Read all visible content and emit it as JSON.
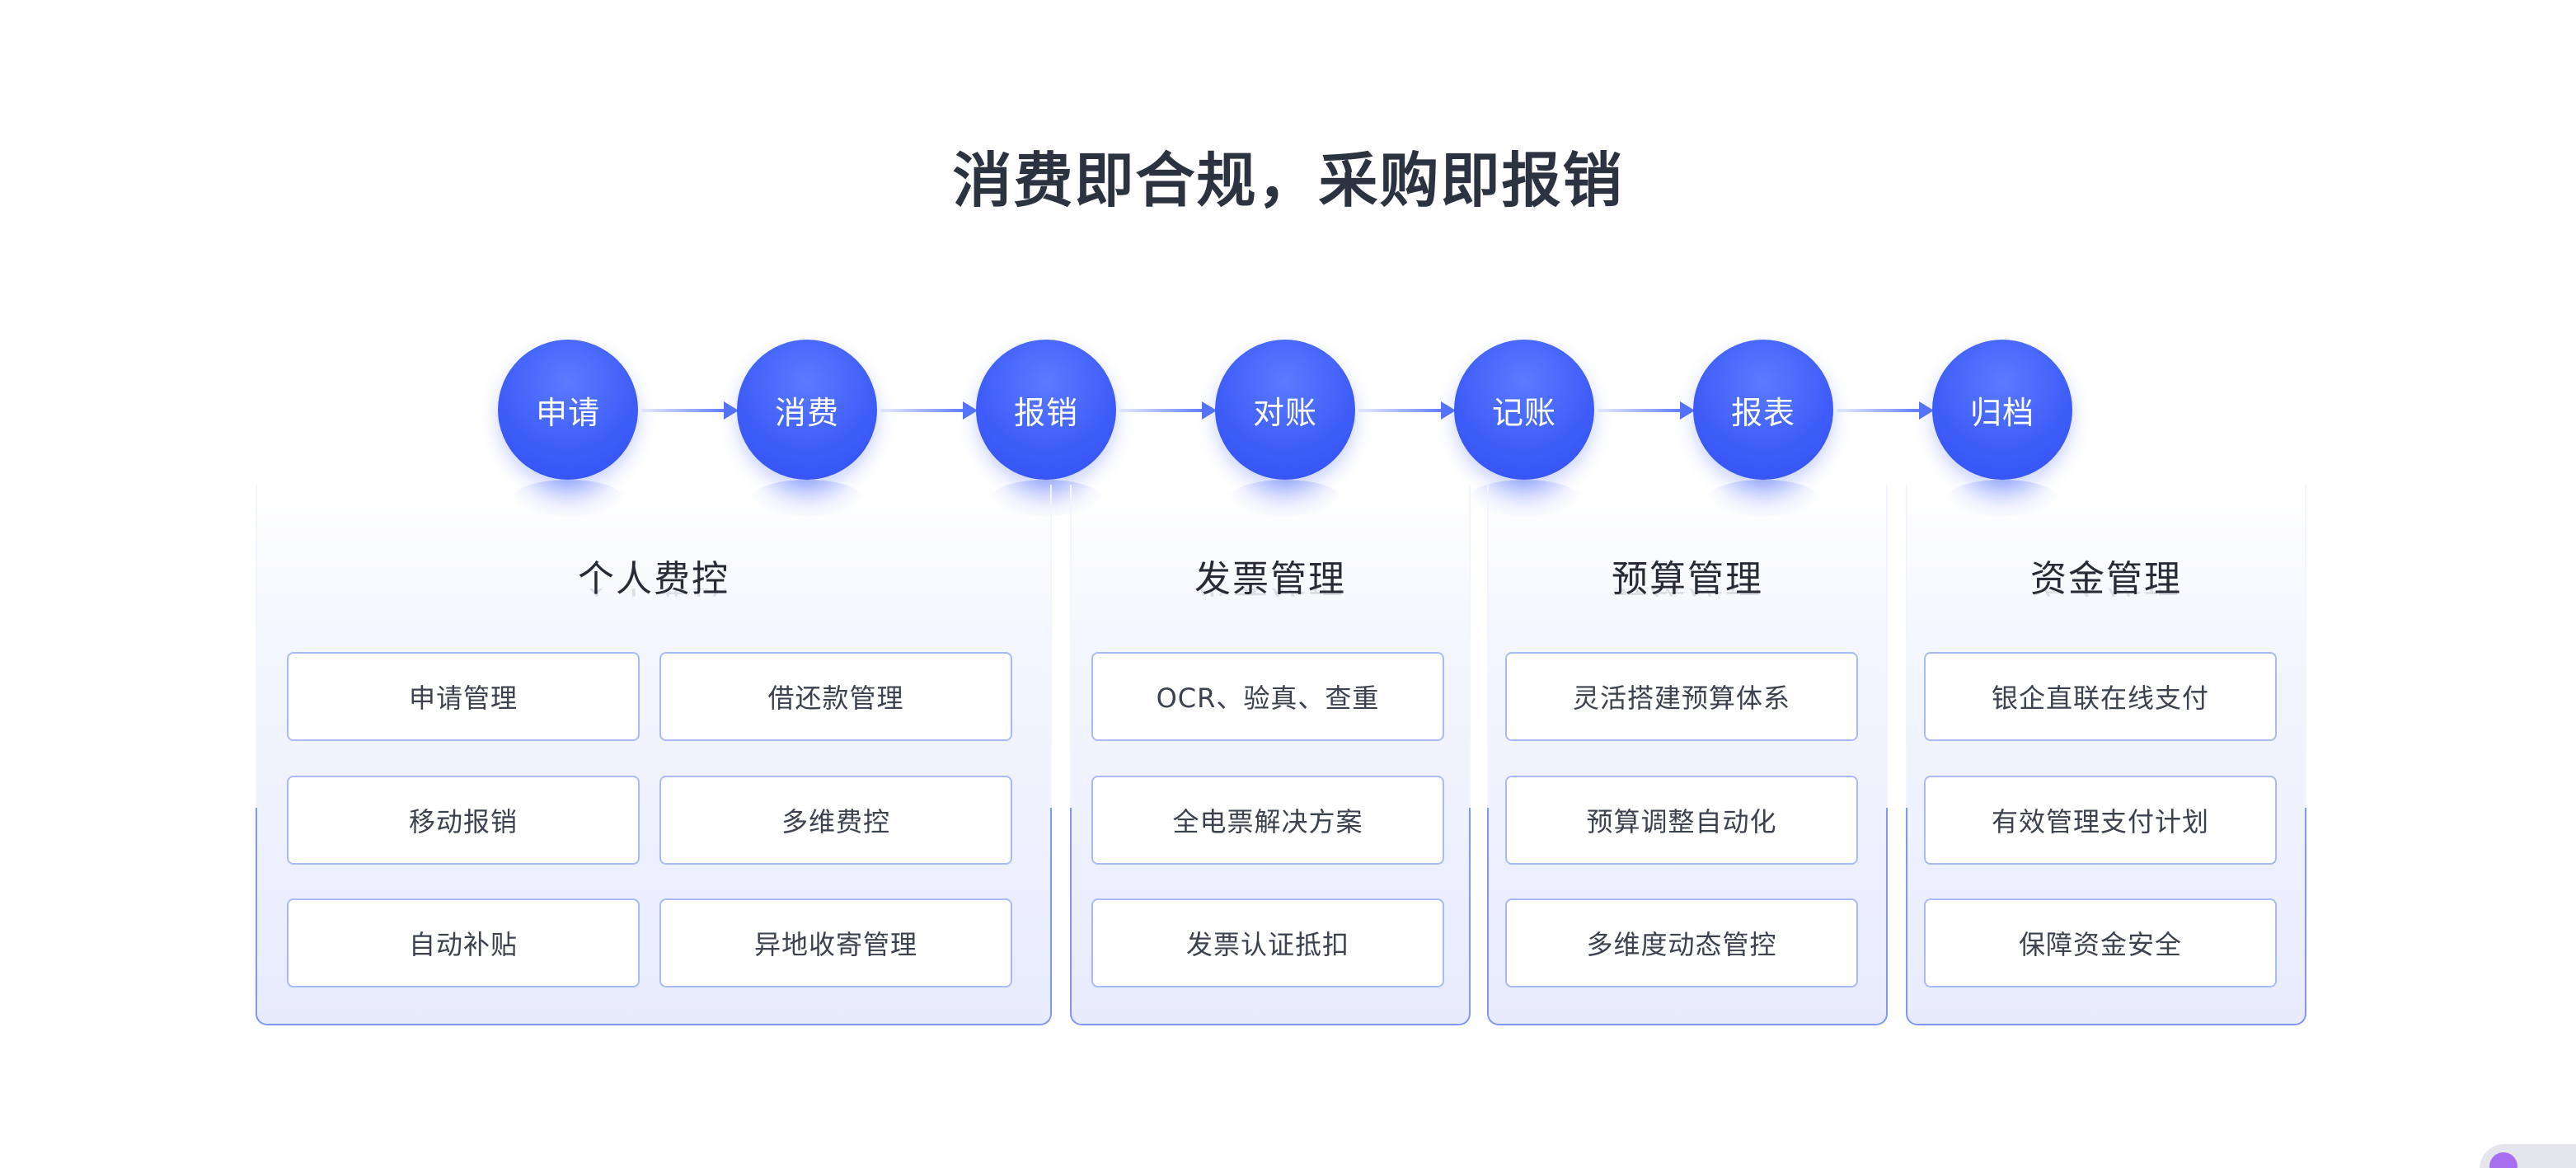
{
  "title": "消费即合规，采购即报销",
  "steps": [
    "申请",
    "消费",
    "报销",
    "对账",
    "记账",
    "报表",
    "归档"
  ],
  "panels": {
    "personal": {
      "title": "个人费控",
      "items": [
        "申请管理",
        "借还款管理",
        "移动报销",
        "多维费控",
        "自动补贴",
        "异地收寄管理"
      ]
    },
    "invoice": {
      "title": "发票管理",
      "items": [
        "OCR、验真、查重",
        "全电票解决方案",
        "发票认证抵扣"
      ]
    },
    "budget": {
      "title": "预算管理",
      "items": [
        "灵活搭建预算体系",
        "预算调整自动化",
        "多维度动态管控"
      ]
    },
    "funds": {
      "title": "资金管理",
      "items": [
        "银企直联在线支付",
        "有效管理支付计划",
        "保障资金安全"
      ]
    }
  },
  "colors": {
    "accent": "#3f5ef8",
    "title_text": "#2b3240",
    "panel_border": "#7f98f7",
    "card_border": "#a9bbf7"
  }
}
